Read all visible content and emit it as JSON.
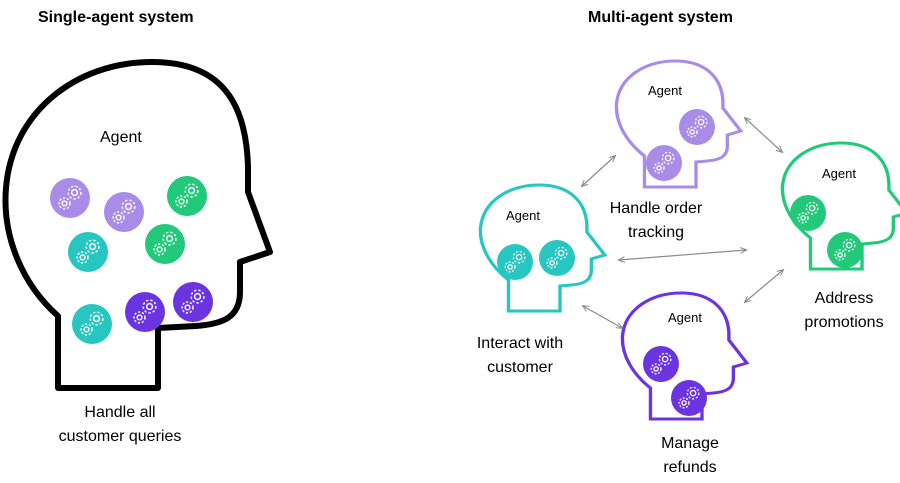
{
  "single": {
    "title": "Single-agent system",
    "agent_label": "Agent",
    "caption_line1": "Handle all",
    "caption_line2": "customer queries"
  },
  "multi": {
    "title": "Multi-agent system",
    "agents": [
      {
        "id": "order",
        "label": "Agent",
        "caption_line1": "Handle order",
        "caption_line2": "tracking",
        "color": "#a98ce8"
      },
      {
        "id": "customer",
        "label": "Agent",
        "caption_line1": "Interact with",
        "caption_line2": "customer",
        "color": "#27c6c0"
      },
      {
        "id": "promotions",
        "label": "Agent",
        "caption_line1": "Address",
        "caption_line2": "promotions",
        "color": "#22c97a"
      },
      {
        "id": "refunds",
        "label": "Agent",
        "caption_line1": "Manage",
        "caption_line2": "refunds",
        "color": "#6a35e0"
      }
    ]
  },
  "colors": {
    "purple_light": "#a98ce8",
    "teal": "#27c6c0",
    "green": "#22c97a",
    "purple_dark": "#6a35e0",
    "outline_single": "#000000",
    "arrow": "#8a8a8a"
  },
  "icons": {
    "gear": "gears-icon",
    "arrow": "double-arrow-icon"
  }
}
